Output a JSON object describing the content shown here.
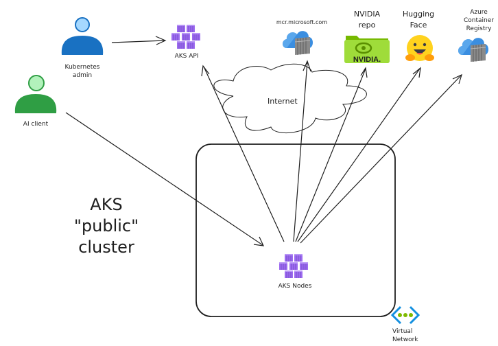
{
  "actors": {
    "kubernetes_admin": {
      "label_line1": "Kubernetes",
      "label_line2": "admin",
      "color_body": "#1971c2",
      "color_head": "#a5d8ff"
    },
    "ai_client": {
      "label": "AI client",
      "color_body": "#2f9e44",
      "color_head": "#b2f2bb"
    }
  },
  "services": {
    "aks_api": {
      "label": "AKS API",
      "color": "#9d6bf0"
    },
    "aks_nodes": {
      "label": "AKS Nodes",
      "color": "#9d6bf0"
    },
    "mcr": {
      "label": "mcr.microsoft.com"
    },
    "nvidia": {
      "label_line1": "NVIDIA",
      "label_line2": "repo",
      "logo_text": "NVIDIA."
    },
    "hugging_face": {
      "label_line1": "Hugging",
      "label_line2": "Face"
    },
    "acr": {
      "label_line1": "Azure",
      "label_line2": "Container",
      "label_line3": "Registry"
    }
  },
  "internet": {
    "label": "Internet"
  },
  "cluster": {
    "title_line1": "AKS",
    "title_line2": "\"public\"",
    "title_line3": "cluster"
  },
  "vnet": {
    "label_line1": "Virtual",
    "label_line2": "Network",
    "color_bracket": "#0078d4",
    "color_dots": "#7fba00"
  }
}
